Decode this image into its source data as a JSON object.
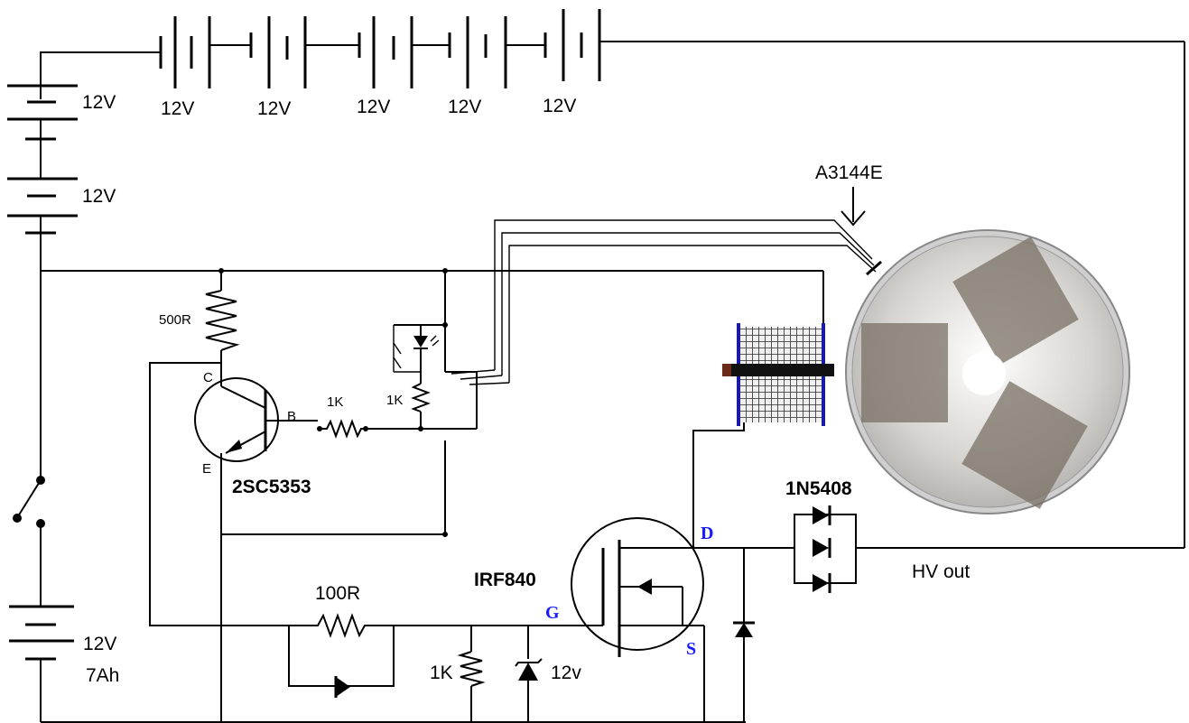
{
  "colors": {
    "pin_label": "#1a1aff",
    "coil_edge": "#1a1aaa",
    "rotor_disc": "#d4d2ce",
    "magnet": "#7a7064"
  },
  "labels": {
    "top_cells": [
      "12V",
      "12V",
      "12V",
      "12V",
      "12V"
    ],
    "left_cell_1": "12V",
    "left_cell_2": "12V",
    "main_battery_voltage": "12V",
    "main_battery_capacity": "7Ah",
    "hall_sensor": "A3144E",
    "r_collector": "500R",
    "r_base": "1K",
    "r_led": "1K",
    "transistor": "2SC5353",
    "pin_c": "C",
    "pin_b": "B",
    "pin_e": "E",
    "mosfet": "IRF840",
    "pin_g": "G",
    "pin_d": "D",
    "pin_s": "S",
    "r_gate": "100R",
    "r_pulldown": "1K",
    "zener": "12v",
    "diodes": "1N5408",
    "output": "HV out"
  }
}
